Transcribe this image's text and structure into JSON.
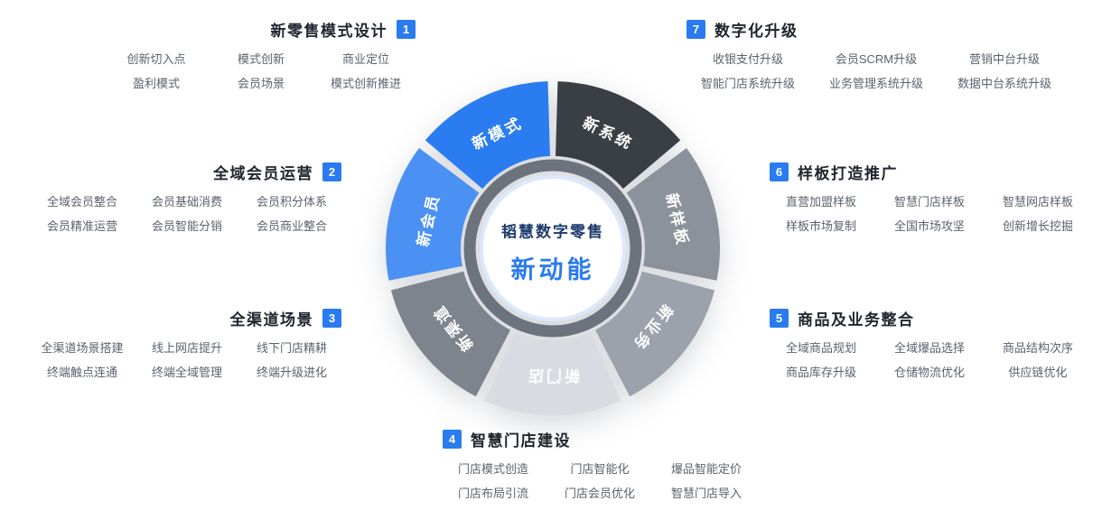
{
  "accent_color": "#2a7bf0",
  "center": {
    "title": "韬慧数字零售",
    "subtitle": "新动能",
    "title_color": "#1d3a6e",
    "subtitle_color": "#2a7bf0"
  },
  "wheel": {
    "gray_ring_color": "#6c737c",
    "halo_color": "#dce8fb",
    "segments": [
      {
        "label": "新模式",
        "color": "#2b7cf1"
      },
      {
        "label": "新系统",
        "color": "#3a3f46"
      },
      {
        "label": "新样板",
        "color": "#8b929b"
      },
      {
        "label": "新业务",
        "color": "#9ba2ab"
      },
      {
        "label": "新门店",
        "color": "#d8dce2"
      },
      {
        "label": "新渠道",
        "color": "#7d848d"
      },
      {
        "label": "新会员",
        "color": "#4b90f3"
      }
    ]
  },
  "groups": [
    {
      "number": "1",
      "title": "新零售模式设计",
      "items": [
        [
          "创新切入点",
          "模式创新",
          "商业定位"
        ],
        [
          "盈利模式",
          "会员场景",
          "模式创新推进"
        ]
      ]
    },
    {
      "number": "2",
      "title": "全域会员运营",
      "items": [
        [
          "全域会员整合",
          "会员基础消费",
          "会员积分体系"
        ],
        [
          "会员精准运营",
          "会员智能分销",
          "会员商业整合"
        ]
      ]
    },
    {
      "number": "3",
      "title": "全渠道场景",
      "items": [
        [
          "全渠道场景搭建",
          "线上网店提升",
          "线下门店精耕"
        ],
        [
          "终端触点连通",
          "终端全域管理",
          "终端升级进化"
        ]
      ]
    },
    {
      "number": "4",
      "title": "智慧门店建设",
      "items": [
        [
          "门店模式创造",
          "门店智能化",
          "爆品智能定价"
        ],
        [
          "门店布局引流",
          "门店会员优化",
          "智慧门店导入"
        ]
      ]
    },
    {
      "number": "5",
      "title": "商品及业务整合",
      "items": [
        [
          "全域商品规划",
          "全域爆品选择",
          "商品结构次序"
        ],
        [
          "商品库存升级",
          "仓储物流优化",
          "供应链优化"
        ]
      ]
    },
    {
      "number": "6",
      "title": "样板打造推广",
      "items": [
        [
          "直营加盟样板",
          "智慧门店样板",
          "智慧网店样板"
        ],
        [
          "样板市场复制",
          "全国市场攻坚",
          "创新增长挖掘"
        ]
      ]
    },
    {
      "number": "7",
      "title": "数字化升级",
      "items": [
        [
          "收银支付升级",
          "会员SCRM升级",
          "营销中台升级"
        ],
        [
          "智能门店系统升级",
          "业务管理系统升级",
          "数据中台系统升级"
        ]
      ]
    }
  ]
}
